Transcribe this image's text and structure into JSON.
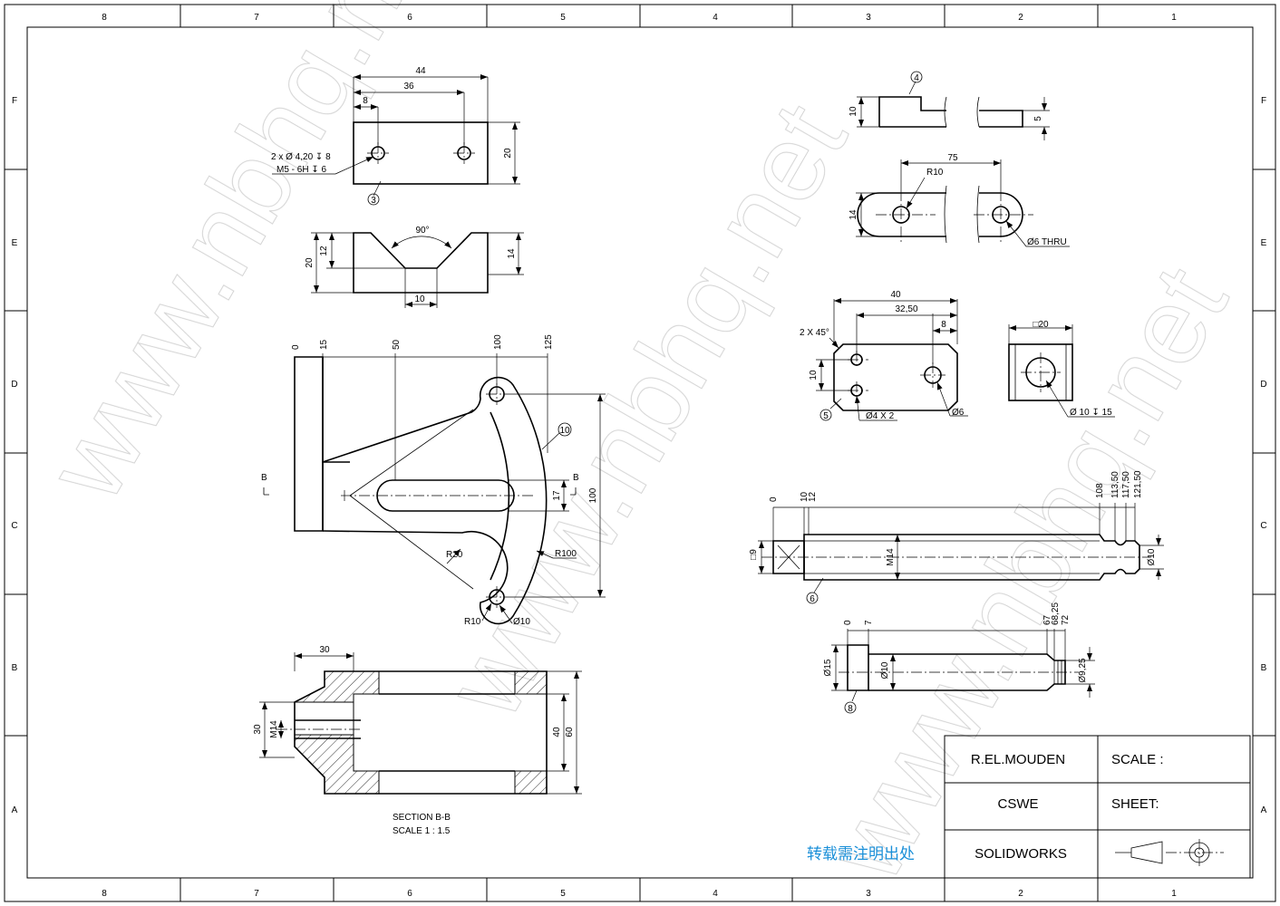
{
  "zones": {
    "columns": [
      "8",
      "7",
      "6",
      "5",
      "4",
      "3",
      "2",
      "1"
    ],
    "rows": [
      "F",
      "E",
      "D",
      "C",
      "B",
      "A"
    ]
  },
  "watermark": "www.nbhq.net",
  "title_block": {
    "author": "R.EL.MOUDEN",
    "scale_label": "SCALE :",
    "org": "CSWE",
    "sheet_label": "SHEET:",
    "software": "SOLIDWORKS",
    "projection_symbol": "first-angle-projection-icon"
  },
  "note_cn": "转载需注明出处",
  "part3": {
    "balloon": "3",
    "dims": {
      "overall_width": "44",
      "hole_spacing": "36",
      "edge_offset": "8",
      "height": "20"
    },
    "callout_line1": "2 x Ø 4,20 ↧ 8",
    "callout_line2": "M5 - 6H ↧ 6",
    "front_dims": {
      "angle": "90°",
      "v_depth": "12",
      "height": "20",
      "right_height": "14",
      "slot": "10"
    }
  },
  "part10": {
    "balloon": "10",
    "ordinates": [
      "0",
      "15",
      "50",
      "100",
      "125"
    ],
    "dims": {
      "height": "100",
      "slot": "17",
      "r_outer": "R100",
      "r_fillet": "R20",
      "r_end": "R10",
      "hole": "Ø10"
    },
    "section_mark": "B"
  },
  "section_bb": {
    "title": "SECTION B-B",
    "scale": "SCALE 1 : 1.5",
    "dims": {
      "top": "30",
      "thread": "M14",
      "left": "30",
      "inner": "40",
      "outer": "60"
    }
  },
  "part4": {
    "balloon": "4",
    "dims": {
      "height": "10",
      "end_height": "5",
      "length": "75",
      "radius": "R10",
      "width": "14",
      "hole": "Ø6 THRU"
    }
  },
  "part5": {
    "balloon": "5",
    "dims": {
      "chamfer": "2 X 45°",
      "length": "40",
      "offset": "32,50",
      "edge": "8",
      "spacing": "10",
      "holes": "Ø4 X 2",
      "hole": "Ø6"
    }
  },
  "part_block": {
    "dims": {
      "square": "□20",
      "hole": "Ø 10 ↧ 15"
    }
  },
  "part6": {
    "balloon": "6",
    "ordinates": [
      "0",
      "10",
      "12",
      "108",
      "113,50",
      "117,50",
      "121,50"
    ],
    "dims": {
      "square": "□9",
      "thread": "M14",
      "end": "Ø10"
    }
  },
  "part8": {
    "balloon": "8",
    "ordinates": [
      "0",
      "7",
      "67",
      "68,25",
      "72"
    ],
    "dims": {
      "head": "Ø15",
      "shaft": "Ø10",
      "end": "Ø9,25"
    }
  }
}
